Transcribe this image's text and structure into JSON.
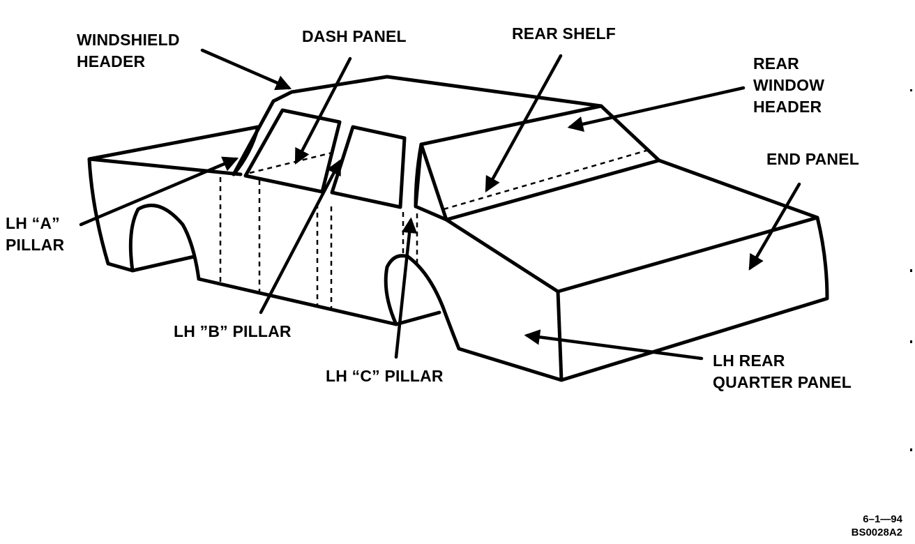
{
  "labels": {
    "windshield_header": [
      "WINDSHIELD",
      "HEADER"
    ],
    "dash_panel": [
      "DASH PANEL"
    ],
    "rear_shelf": [
      "REAR SHELF"
    ],
    "rear_window_header": [
      "REAR",
      "WINDOW",
      "HEADER"
    ],
    "end_panel": [
      "END PANEL"
    ],
    "lh_a_pillar": [
      "LH “A”",
      "PILLAR"
    ],
    "lh_b_pillar": [
      "LH ”B” PILLAR"
    ],
    "lh_c_pillar": [
      "LH “C” PILLAR"
    ],
    "lh_rear_quarter_panel": [
      "LH REAR",
      "QUARTER PANEL"
    ]
  },
  "reference": {
    "date": "6–1—94",
    "code": "BS0028A2"
  },
  "colors": {
    "ink": "#000000",
    "paper": "#ffffff"
  }
}
